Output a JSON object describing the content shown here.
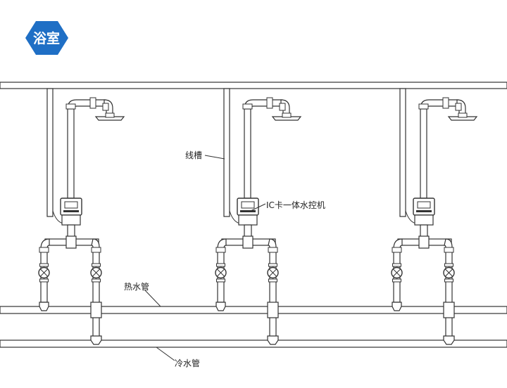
{
  "header": {
    "badge_text": "浴室",
    "badge_color": "#1f6fc5"
  },
  "labels": {
    "cable_trough": "线槽",
    "ic_controller": "IC卡一体水控机",
    "hot_water_pipe": "热水管",
    "cold_water_pipe": "冷水管"
  },
  "icons": {
    "badge_shape": "hexagon",
    "shower": "shower-head-icon",
    "controller": "water-controller-icon",
    "valve": "valve-icon"
  },
  "units": 3
}
